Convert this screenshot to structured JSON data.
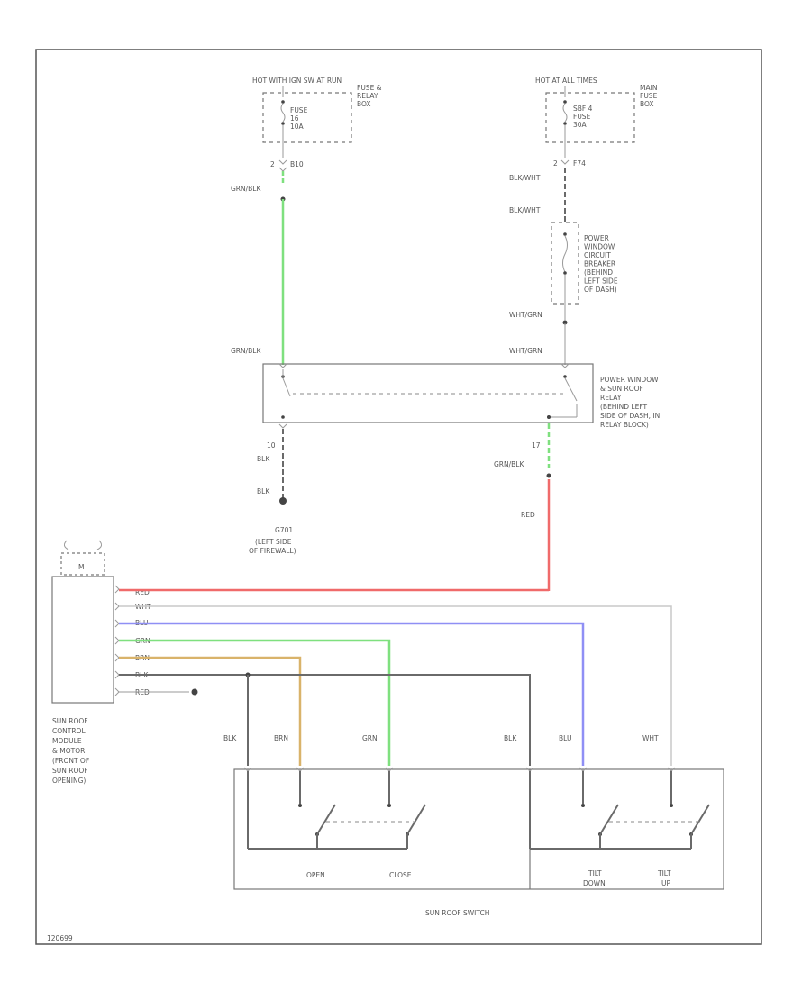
{
  "colors": {
    "green": "#7fe07f",
    "red": "#f06a6a",
    "blue": "#8f8ff5",
    "tan": "#d9b36a",
    "black": "#6a6a6a",
    "white": "#c8c8c8"
  },
  "top_left": {
    "hot_label": "HOT WITH IGN SW AT RUN",
    "fuse_box": "FUSE & RELAY BOX",
    "fuse_name": "FUSE",
    "fuse_num": "16",
    "fuse_amp": "10A",
    "conn_pin": "2",
    "conn_id": "B10",
    "wire_color": "GRN/BLK"
  },
  "top_right": {
    "hot_label": "HOT AT ALL TIMES",
    "fuse_box": "MAIN FUSE BOX",
    "fuse_name": "SBF 4",
    "fuse_num": "FUSE",
    "fuse_amp": "30A",
    "conn_pin": "2",
    "conn_id": "F74",
    "wire_color_1": "BLK/WHT",
    "wire_color_2": "BLK/WHT",
    "breaker_label": "POWER WINDOW CIRCUIT BREAKER (BEHIND LEFT SIDE OF DASH)",
    "wire_color_3": "WHT/GRN",
    "wire_color_4": "WHT/GRN"
  },
  "relay": {
    "label": "POWER WINDOW & SUN ROOF RELAY (BEHIND LEFT SIDE OF DASH, IN RELAY BLOCK)",
    "left_in_color": "GRN/BLK",
    "left_out_pin": "10",
    "left_out_color_1": "BLK",
    "left_out_color_2": "BLK",
    "right_out_pin": "17",
    "right_out_color": "GRN/BLK"
  },
  "ground": {
    "id": "G701",
    "location": "(LEFT SIDE OF FIREWALL)"
  },
  "module": {
    "motor": "M",
    "label": "SUN ROOF CONTROL MODULE & MOTOR (FRONT OF SUN ROOF OPENING)",
    "pins": [
      "RED",
      "WHT",
      "BLU",
      "GRN",
      "BRN",
      "BLK",
      "RED"
    ]
  },
  "red_wire": "RED",
  "switch": {
    "label": "SUN ROOF SWITCH",
    "wires_left": [
      "BLK",
      "BRN",
      "GRN"
    ],
    "wires_right": [
      "BLK",
      "BLU",
      "WHT"
    ],
    "open": "OPEN",
    "close": "CLOSE",
    "tilt_down": "TILT DOWN",
    "tilt_up": "TILT UP"
  },
  "figure_id": "120699"
}
